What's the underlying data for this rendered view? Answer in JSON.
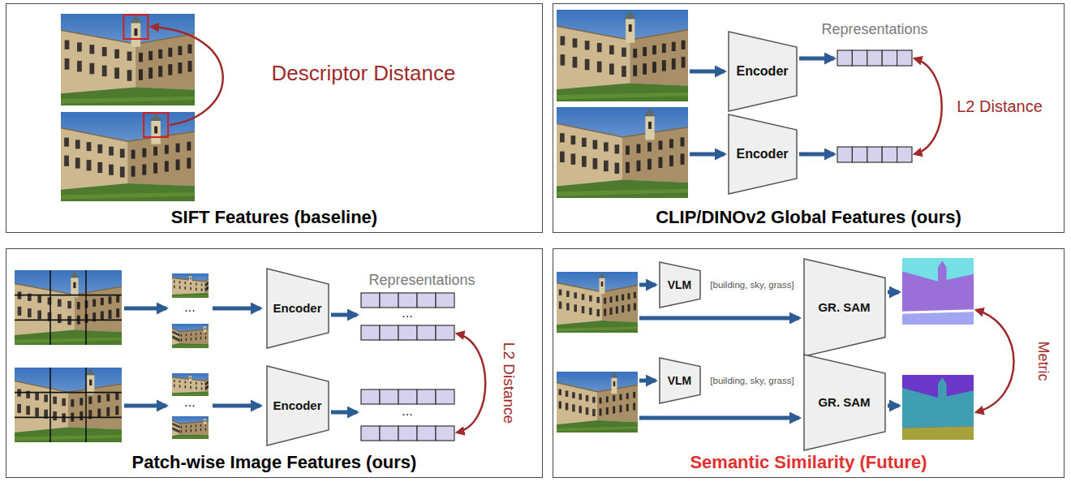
{
  "diagram": {
    "nodes": [
      {
        "text": [
          "SIFT Features (baseline)"
        ]
      },
      {
        "text": [
          "CLIP/DINOv2 Global Features (ours)"
        ]
      },
      {
        "text": [
          "Encoder"
        ],
        "in": 1
      },
      {
        "text": [
          "Encoder"
        ],
        "in": 1
      },
      {
        "text": [
          "Patch-wise Image Features (ours)"
        ]
      },
      {
        "text": [
          "Encoder"
        ],
        "in": 4
      },
      {
        "text": [
          "Encoder"
        ],
        "in": 4
      },
      {
        "text": [
          "Semantic Similarity (Future)"
        ]
      },
      {
        "text": [
          "VLM"
        ],
        "in": 7
      },
      {
        "text": [
          "GR. SAM"
        ],
        "in": 7
      },
      {
        "text": [
          "VLM"
        ],
        "in": 7
      },
      {
        "text": [
          "GR. SAM"
        ],
        "in": 7
      }
    ],
    "labels": [
      "Descriptor Distance",
      "Representations",
      "L2 Distance",
      "Representations",
      "...",
      "...",
      "...",
      "...",
      "L2 Distance",
      "[building, sky, grass]",
      "[building, sky, grass]",
      "Metric"
    ]
  }
}
